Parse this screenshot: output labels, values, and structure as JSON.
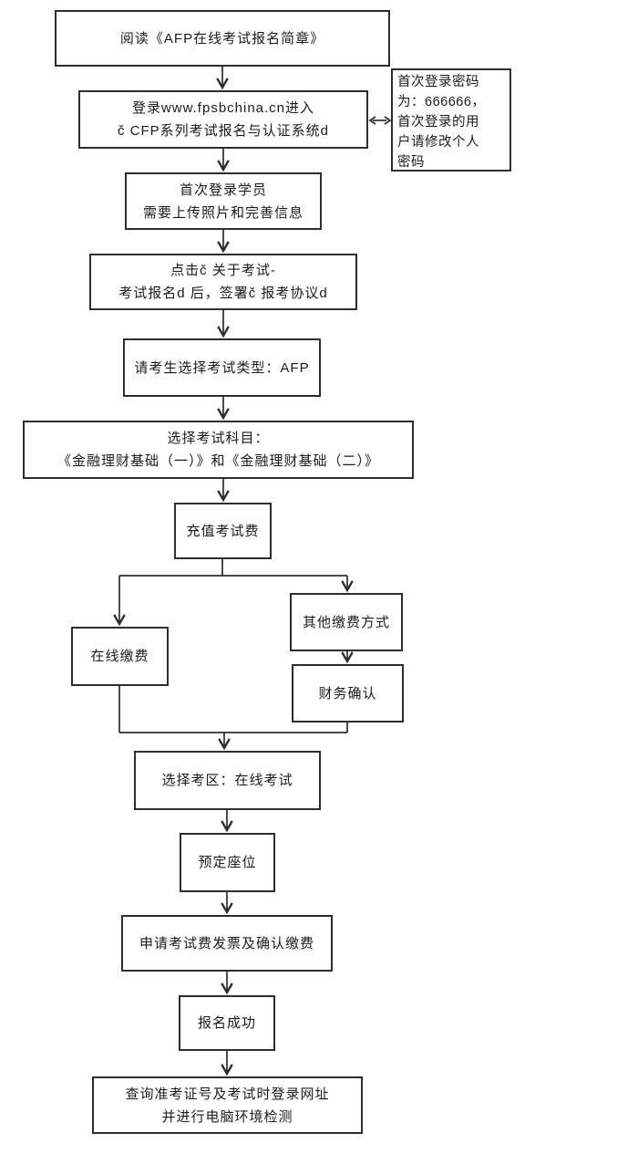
{
  "flowchart": {
    "kind": "flowchart",
    "language": "zh-CN",
    "colors": {
      "box_border": "#2d2d2d",
      "connector": "#2d2d2d",
      "text": "#1b1b1b",
      "background": "#ffffff"
    },
    "nodes": {
      "read_brochure": {
        "lines": [
          "阅读《AFP在线考试报名简章》"
        ]
      },
      "login_system": {
        "lines": [
          "登录www.fpsbchina.cn进入",
          "č CFP系列考试报名与认证系统d"
        ]
      },
      "first_login_note": {
        "lines": [
          "首次登录密码",
          "为：666666，",
          "首次登录的用",
          "户请修改个人",
          "密码"
        ]
      },
      "first_login_upload": {
        "lines": [
          "首次登录学员",
          "需要上传照片和完善信息"
        ]
      },
      "sign_agreement": {
        "lines": [
          "点击č 关于考试-",
          "考试报名d 后，签署č 报考协议d"
        ]
      },
      "select_exam_type": {
        "lines": [
          "请考生选择考试类型：AFP"
        ]
      },
      "select_subjects": {
        "lines": [
          "选择考试科目：",
          "《金融理财基础（一）》和《金融理财基础（二）》"
        ]
      },
      "recharge_fee": {
        "lines": [
          "充值考试费"
        ]
      },
      "online_payment": {
        "lines": [
          "在线缴费"
        ]
      },
      "other_payment": {
        "lines": [
          "其他缴费方式"
        ]
      },
      "finance_confirm": {
        "lines": [
          "财务确认"
        ]
      },
      "select_region": {
        "lines": [
          "选择考区：在线考试"
        ]
      },
      "reserve_seat": {
        "lines": [
          "预定座位"
        ]
      },
      "invoice_confirm": {
        "lines": [
          "申请考试费发票及确认缴费"
        ]
      },
      "register_success": {
        "lines": [
          "报名成功"
        ]
      },
      "check_admission": {
        "lines": [
          "查询准考证号及考试时登录网址",
          "并进行电脑环境检测"
        ]
      }
    }
  }
}
